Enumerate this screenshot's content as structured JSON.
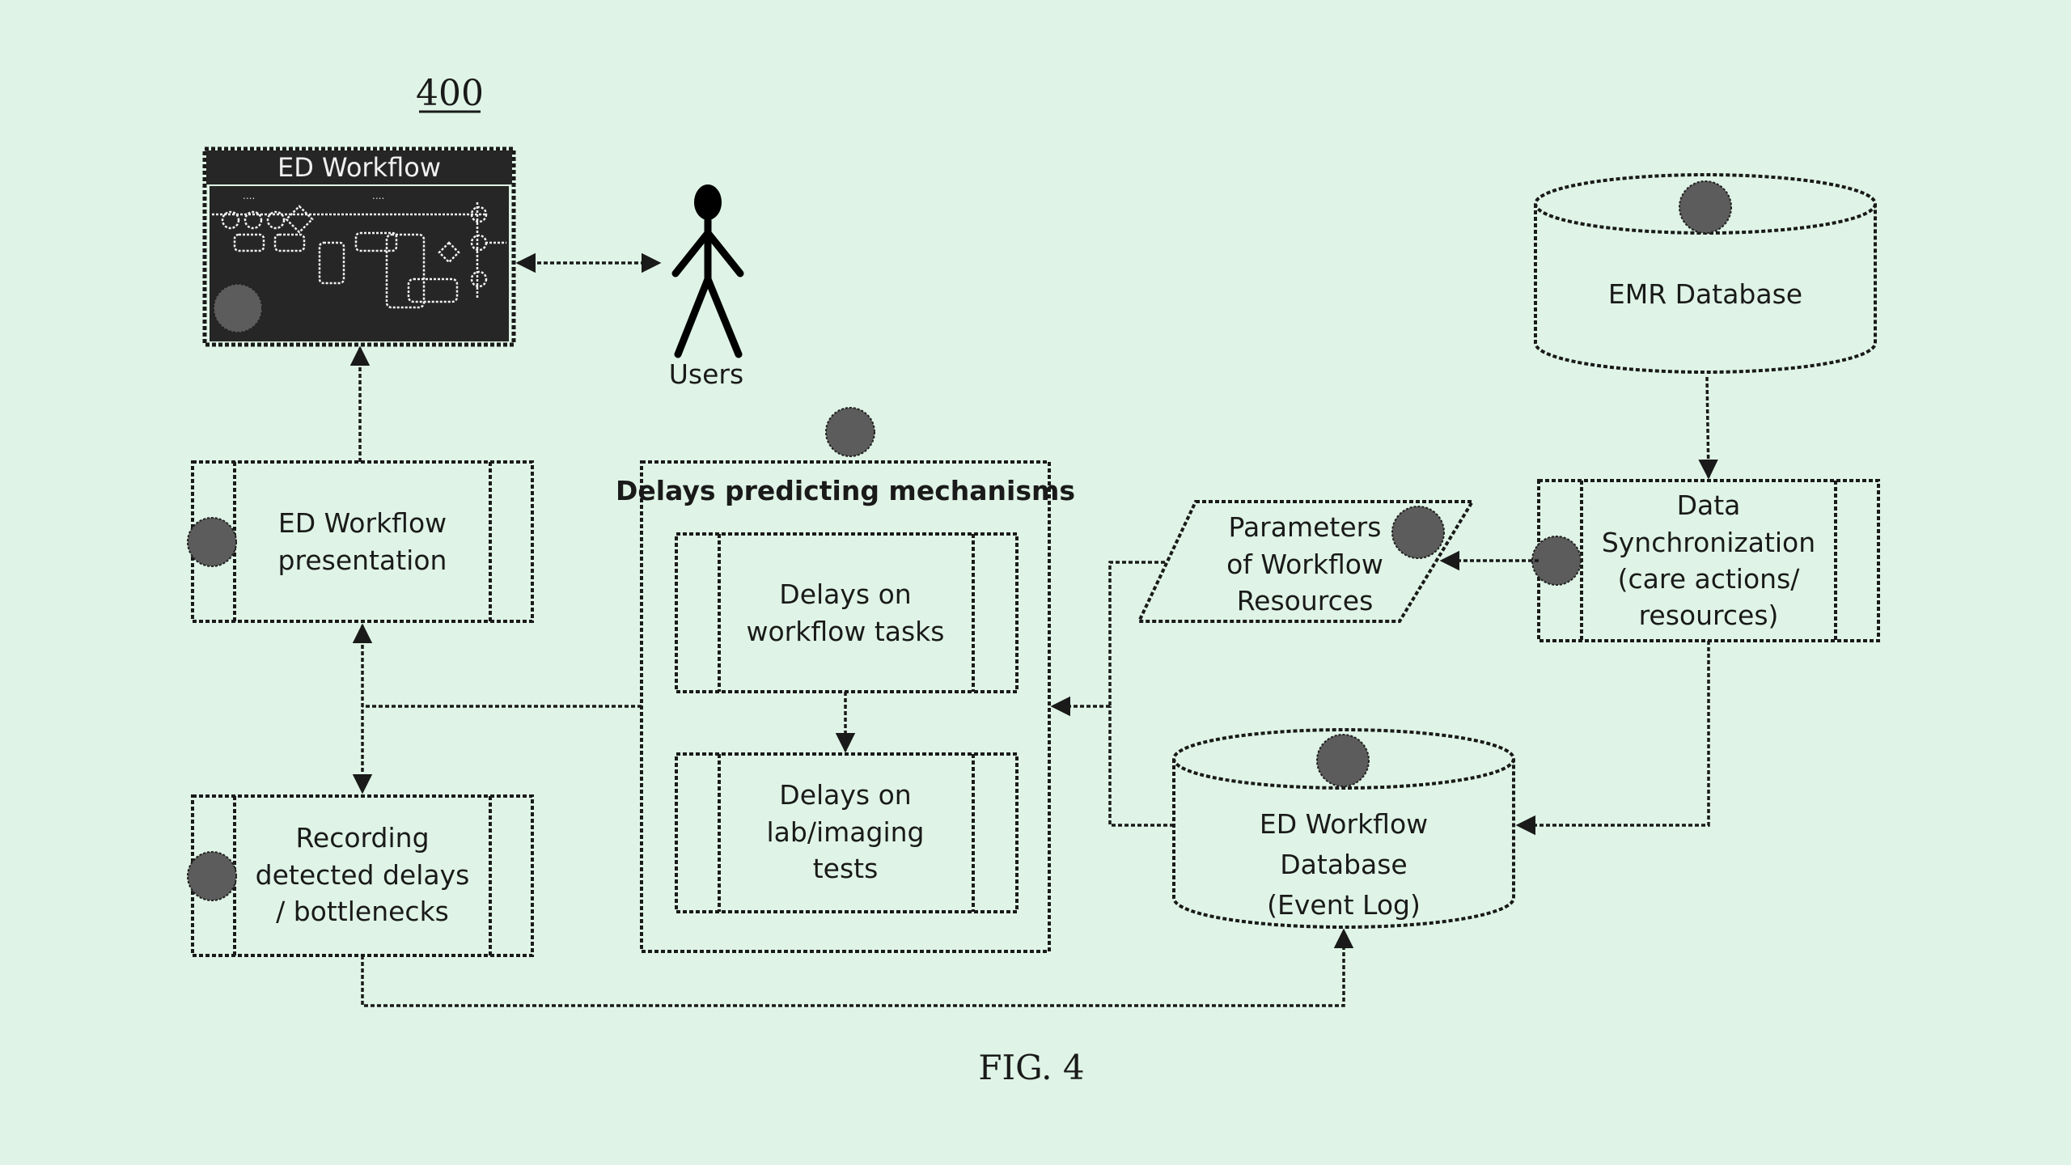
{
  "figure_number": "400",
  "caption": "FIG. 4",
  "ed_workflow_screen": {
    "title": "ED Workflow"
  },
  "users": {
    "label": "Users"
  },
  "emr_database": {
    "label": "EMR Database"
  },
  "data_sync": {
    "lines": [
      "Data",
      "Synchronization",
      "(care actions/",
      "resources)"
    ]
  },
  "parameters": {
    "lines": [
      "Parameters",
      "of Workflow",
      "Resources"
    ]
  },
  "presentation": {
    "lines": [
      "ED Workflow",
      "presentation"
    ]
  },
  "delays_mechanisms": {
    "title": "Delays predicting mechanisms",
    "tasks": {
      "lines": [
        "Delays on",
        "workflow tasks"
      ]
    },
    "tests": {
      "lines": [
        "Delays on",
        "lab/imaging",
        "tests"
      ]
    }
  },
  "recording": {
    "lines": [
      "Recording",
      "detected delays",
      "/ bottlenecks"
    ]
  },
  "ed_database": {
    "lines": [
      "ED Workflow",
      "Database",
      "(Event Log)"
    ]
  }
}
